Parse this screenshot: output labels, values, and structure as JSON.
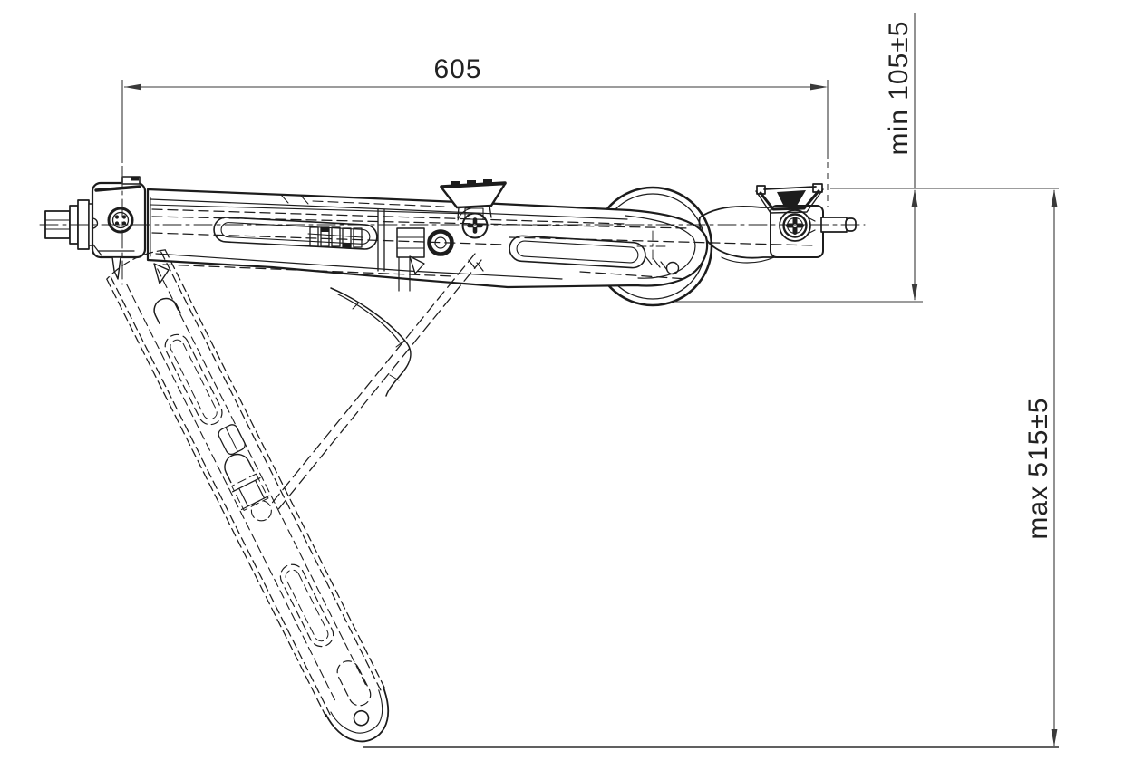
{
  "drawing": {
    "background": "#ffffff",
    "line_color": "#1c1c1c",
    "dimension_color": "#3a3a3a",
    "dimensions": {
      "width": {
        "label": "605"
      },
      "min_height": {
        "label": "min 105±5"
      },
      "max_height": {
        "label": "max 515±5"
      }
    }
  }
}
